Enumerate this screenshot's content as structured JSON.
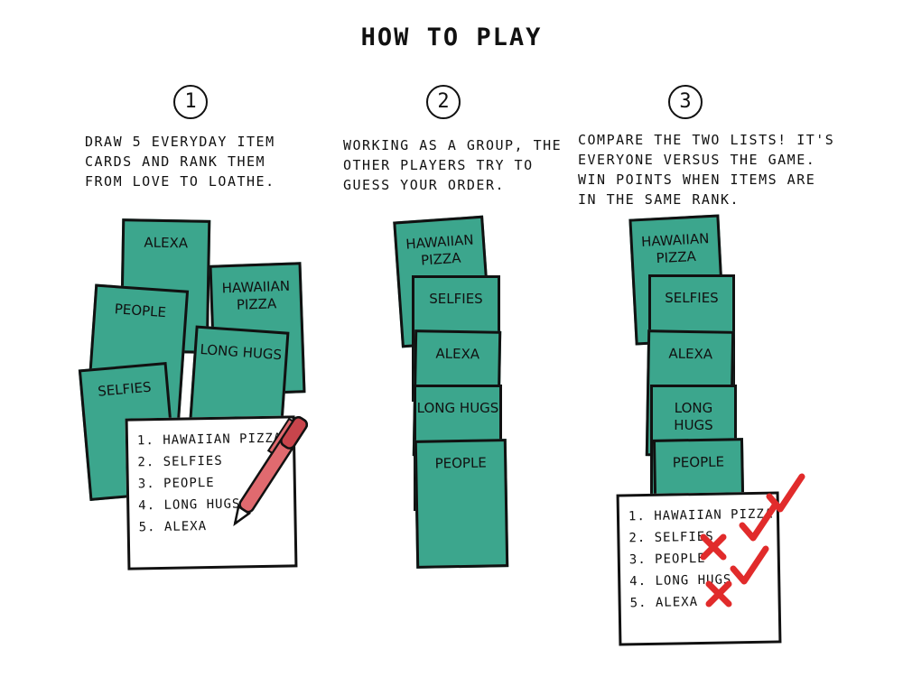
{
  "title": "HOW TO PLAY",
  "steps": [
    {
      "number": "1",
      "lines": [
        "DRAW 5 EVERYDAY ITEM",
        "CARDS AND RANK THEM",
        "FROM LOVE TO LOATHE."
      ]
    },
    {
      "number": "2",
      "lines": [
        "WORKING AS A GROUP, THE",
        "OTHER PLAYERS TRY TO",
        "GUESS YOUR ORDER."
      ]
    },
    {
      "number": "3",
      "lines": [
        "COMPARE THE TWO LISTS! IT'S",
        "EVERYONE VERSUS THE GAME.",
        "WIN POINTS WHEN ITEMS ARE",
        "IN THE SAME RANK."
      ]
    }
  ],
  "cards": {
    "alexa": "ALEXA",
    "people": "PEOPLE",
    "hawaiian_pizza": "HAWAIIAN PIZZA",
    "long_hugs": "LONG HUGS",
    "selfies": "SELFIES"
  },
  "ranking_list": [
    "1. HAWAIIAN PIZZA",
    "2. SELFIES",
    "3. PEOPLE",
    "4. LONG HUGS",
    "5. ALEXA"
  ],
  "results": [
    "correct",
    "correct",
    "wrong",
    "correct",
    "wrong"
  ],
  "colors": {
    "card": "#3ca68d",
    "outline": "#111111",
    "mark": "#e12b2b",
    "pen": "#e06a6f"
  }
}
